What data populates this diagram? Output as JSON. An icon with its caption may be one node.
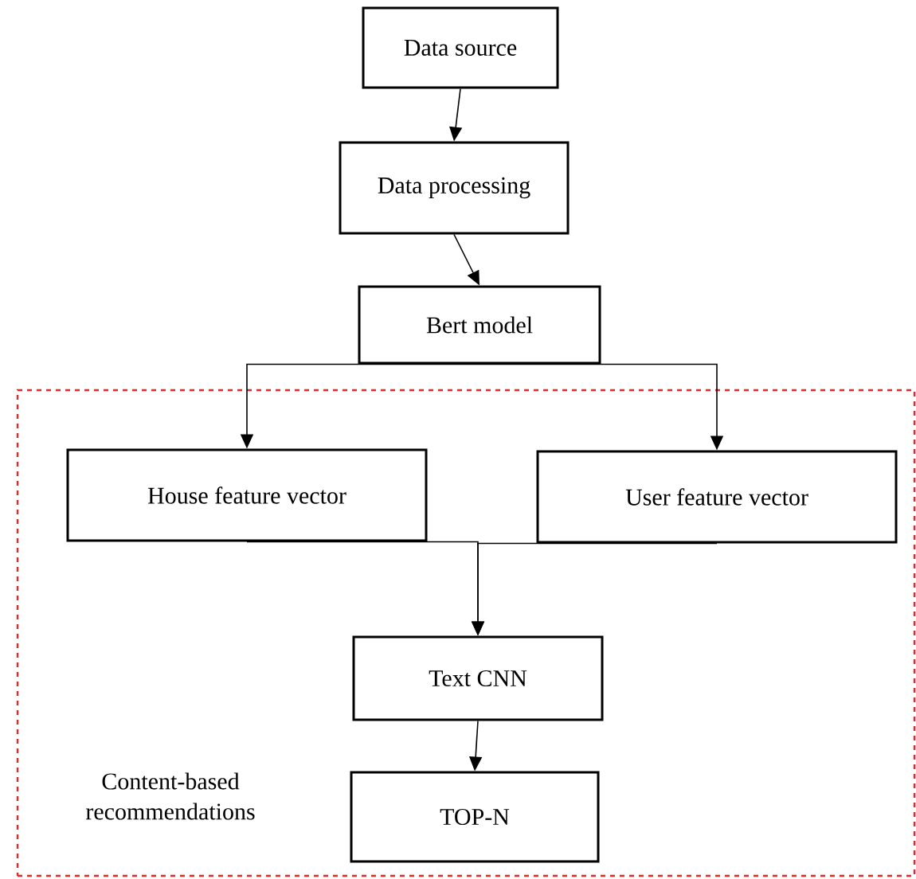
{
  "diagram": {
    "nodes": [
      {
        "text": [
          "Data source"
        ]
      },
      {
        "text": [
          "Data processing"
        ]
      },
      {
        "text": [
          "Bert model"
        ]
      },
      {
        "text": [
          "Content-based recommendations"
        ]
      },
      {
        "text": [
          "House feature vector"
        ],
        "in": 3
      },
      {
        "text": [
          "User feature vector"
        ],
        "in": 3
      },
      {
        "text": [
          "Text CNN"
        ],
        "in": 3
      },
      {
        "text": [
          "TOP-N"
        ],
        "in": 3
      }
    ],
    "edges": [
      {
        "from": 0,
        "to": 1,
        "arrow": "to"
      },
      {
        "from": 1,
        "to": 2,
        "arrow": "to"
      },
      {
        "from": 2,
        "to": 4,
        "arrow": "to"
      },
      {
        "from": 2,
        "to": 5,
        "arrow": "to"
      },
      {
        "from": 4,
        "to": 6,
        "arrow": "to"
      },
      {
        "from": 5,
        "to": 6,
        "arrow": "to"
      },
      {
        "from": 6,
        "to": 7,
        "arrow": "to"
      }
    ]
  }
}
